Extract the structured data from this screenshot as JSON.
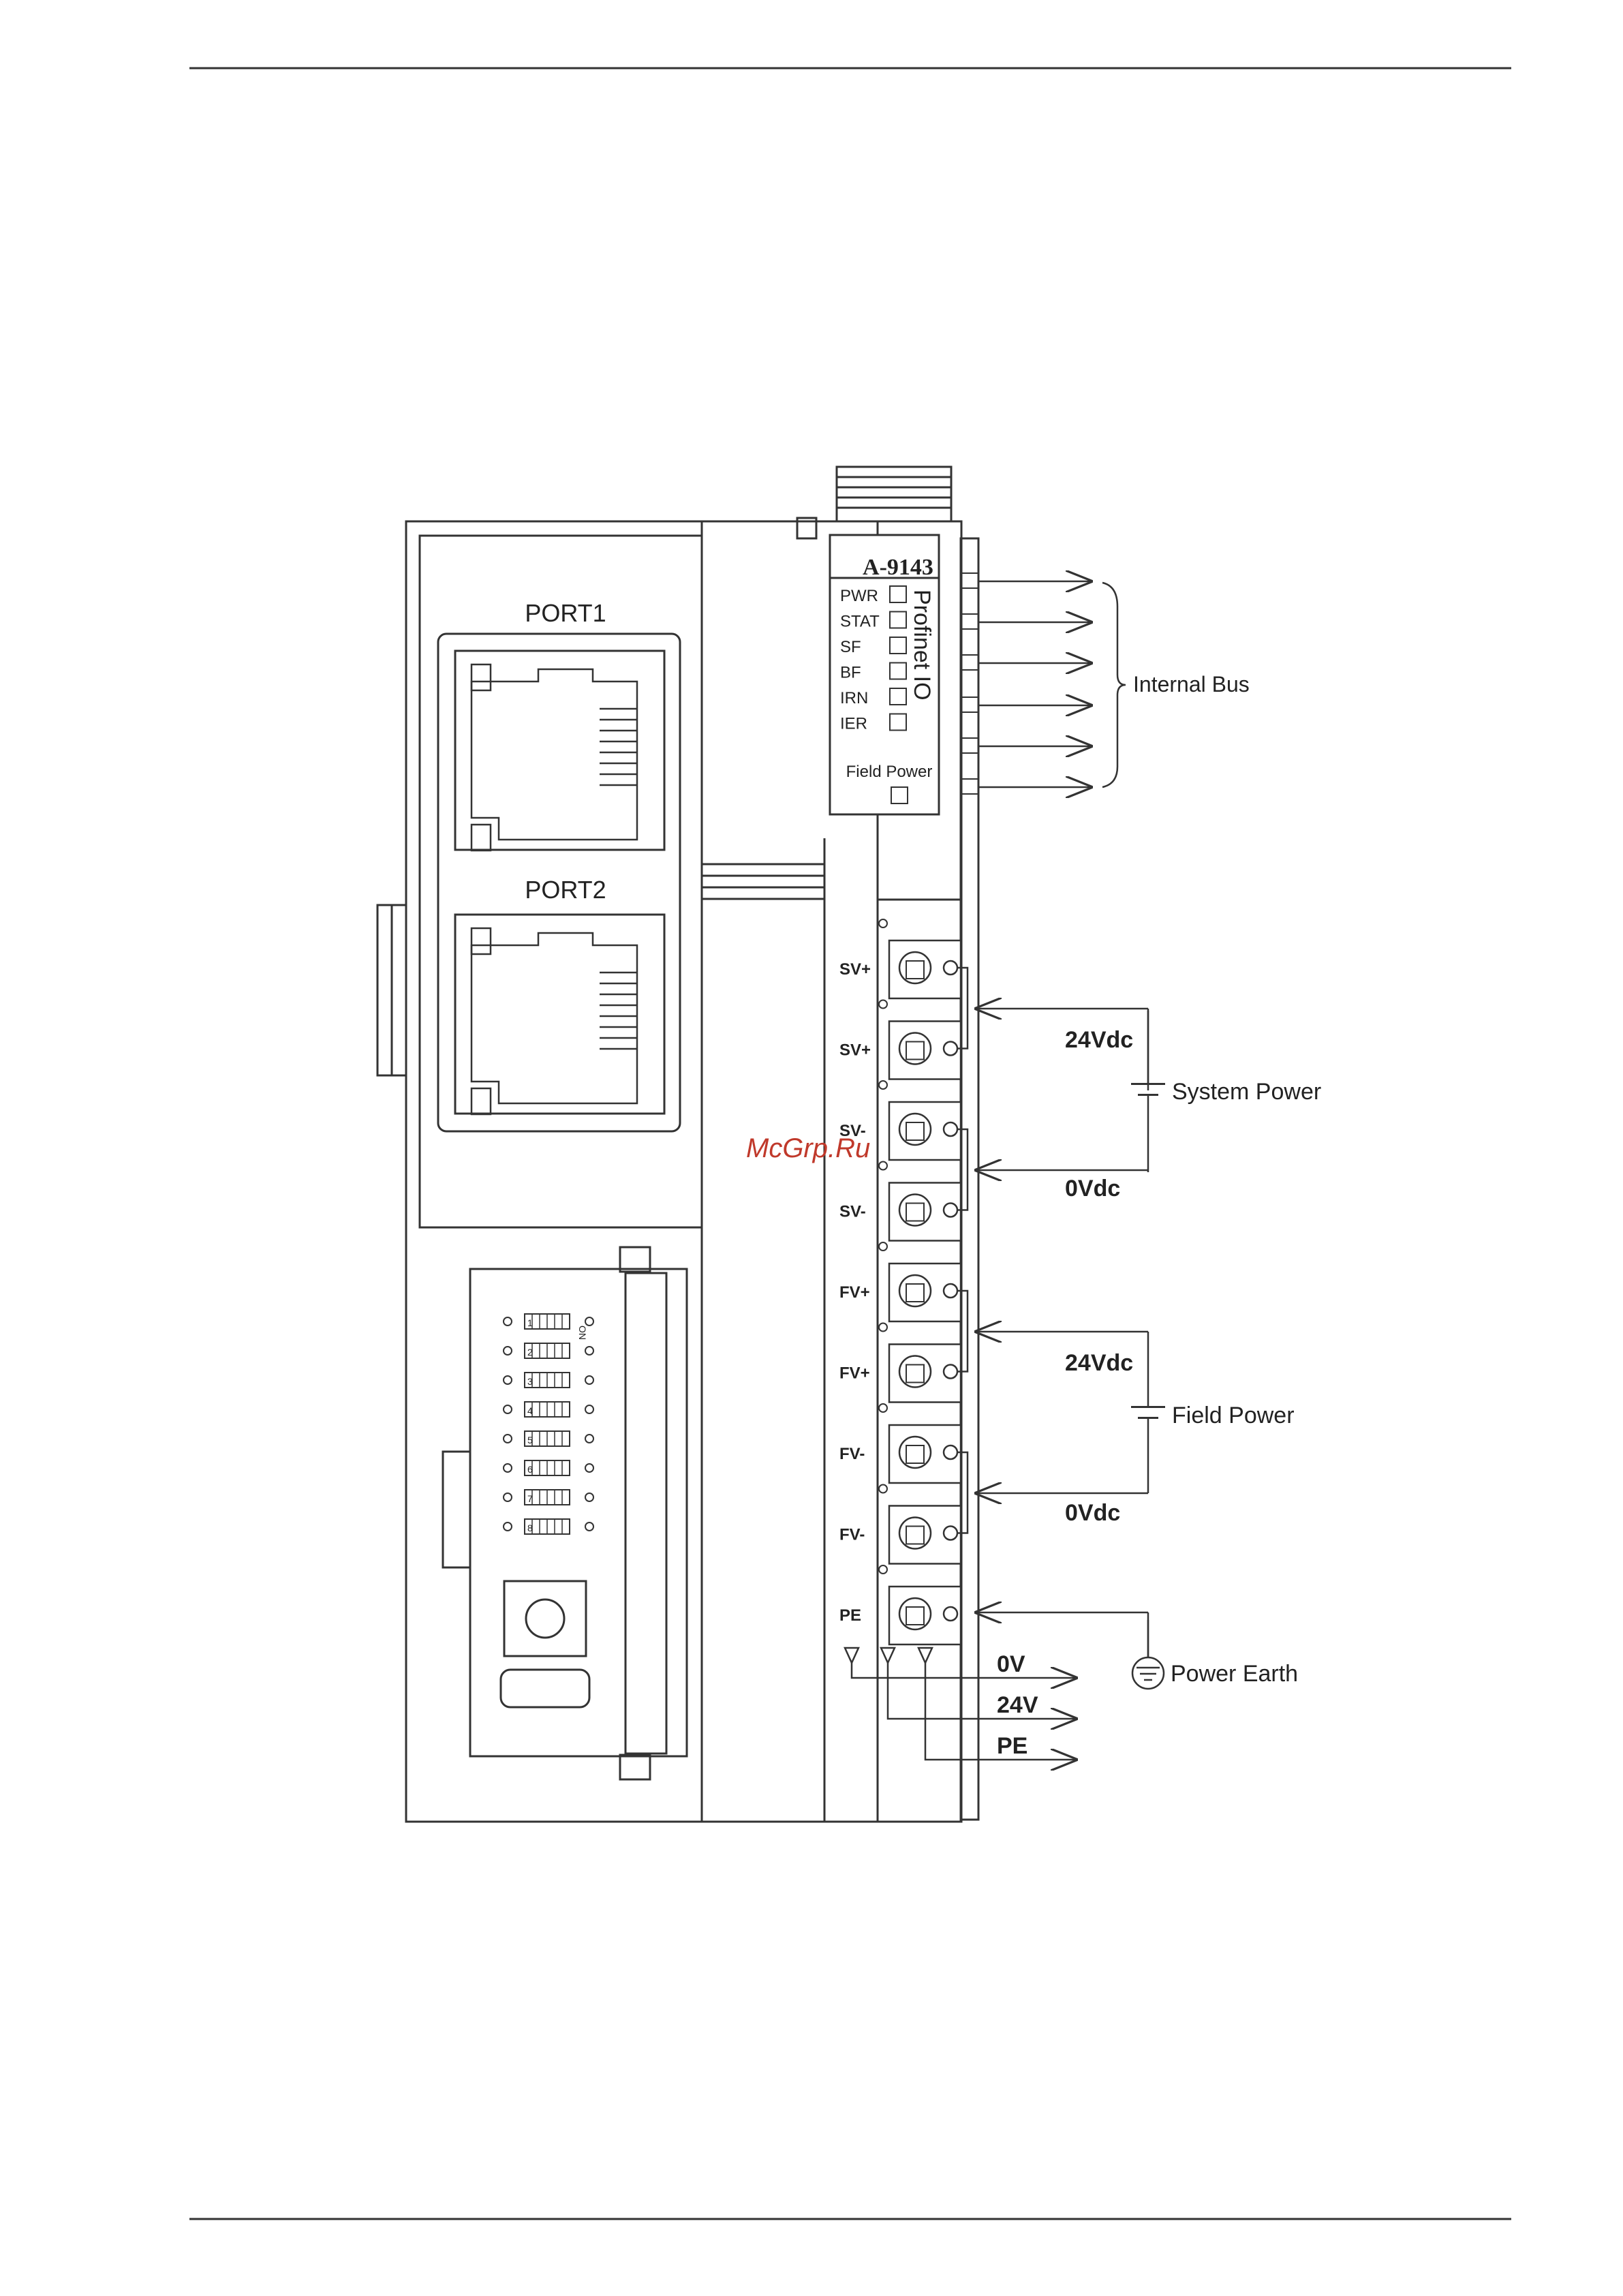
{
  "module": {
    "model": "A-9143",
    "protocol": "Profinet IO",
    "port1_label": "PORT1",
    "port2_label": "PORT2"
  },
  "leds": {
    "labels": [
      "PWR",
      "STAT",
      "SF",
      "BF",
      "IRN",
      "IER"
    ],
    "field_power": "Field Power"
  },
  "internal_bus_label": "Internal Bus",
  "terminals": [
    "SV+",
    "SV+",
    "SV-",
    "SV-",
    "FV+",
    "FV+",
    "FV-",
    "FV-",
    "PE"
  ],
  "system_power": {
    "label": "System Power",
    "plus": "24Vdc",
    "minus": "0Vdc"
  },
  "field_power": {
    "label": "Field Power",
    "plus": "24Vdc",
    "minus": "0Vdc"
  },
  "power_earth_label": "Power Earth",
  "bus_outputs": [
    "0V",
    "24V",
    "PE"
  ],
  "dip_numbers": [
    "1",
    "2",
    "3",
    "4",
    "5",
    "6",
    "7",
    "8"
  ],
  "dip_on_label": "ON",
  "watermark": "McGrp.Ru",
  "colors": {
    "line": "#333333",
    "watermark": "#c0392b"
  }
}
